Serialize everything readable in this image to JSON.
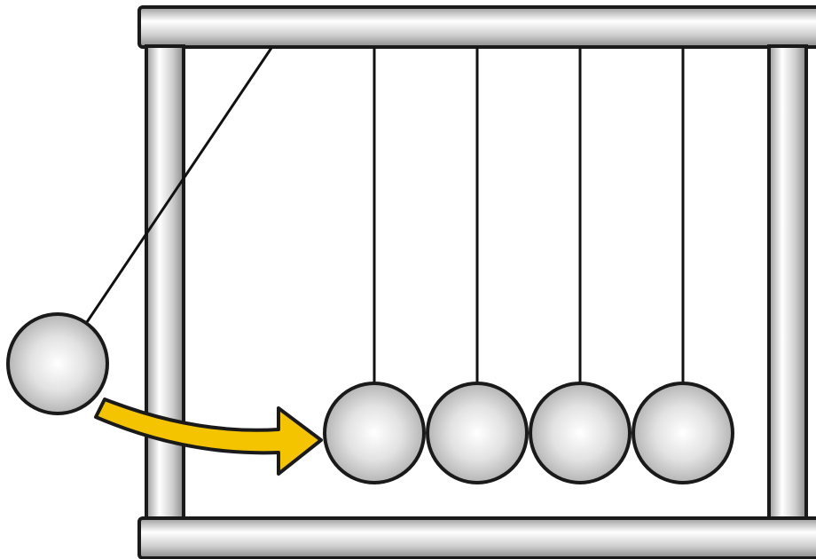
{
  "diagram": {
    "subject": "newtons-cradle",
    "frame_color": "#d9d9d9",
    "outline_color": "#1a1a1a",
    "ball_color": "#d4d4d4",
    "arrow_color": "#f5c400",
    "resting_ball_count": 4,
    "raised_ball_count": 1
  }
}
